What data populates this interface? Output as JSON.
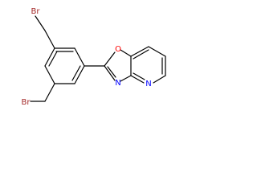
{
  "molecule": {
    "atoms": {
      "br_top": {
        "label": "Br",
        "color": "#a52a2a"
      },
      "br_bottom": {
        "label": "Br",
        "color": "#a52a2a"
      },
      "oxazole_o": {
        "label": "O",
        "color": "#ff0000"
      },
      "oxazole_n": {
        "label": "N",
        "color": "#0000ff"
      },
      "pyridine_n": {
        "label": "N",
        "color": "#0000ff"
      }
    },
    "bond_color": "#000000",
    "background": "#ffffff"
  }
}
